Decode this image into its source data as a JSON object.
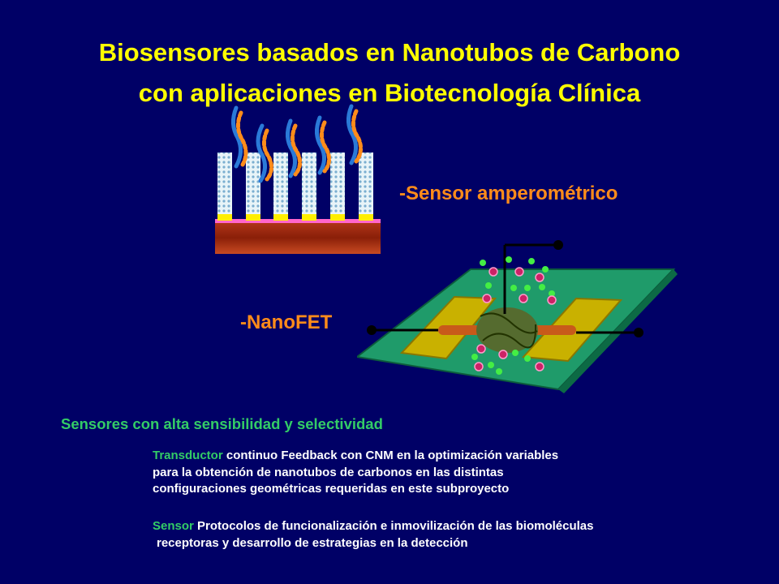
{
  "title": {
    "line1": "Biosensores basados en Nanotubos de Carbono",
    "line2": "con aplicaciones en Biotecnología Clínica"
  },
  "labels": {
    "amperometric": "Sensor amperométrico",
    "nanofet": "NanoFET",
    "dash": "-"
  },
  "subtitle": "Sensores con alta sensibilidad y selectividad",
  "transductor": {
    "key": "Transductor",
    "line1": "continuo Feedback con CNM en la optimización variables",
    "line2": "para la obtención de nanotubos de carbonos en las distintas",
    "line3": "configuraciones geométricas requeridas en este subproyecto"
  },
  "sensor": {
    "key": "Sensor",
    "line1": "Protocolos de funcionalización e inmovilización de las biomoléculas",
    "line2": "receptoras y desarrollo de estrategias en la detección"
  },
  "colors": {
    "background": "#000066",
    "title": "#ffff00",
    "label": "#ff8c1a",
    "accent": "#33cc66",
    "text": "#ffffff"
  }
}
